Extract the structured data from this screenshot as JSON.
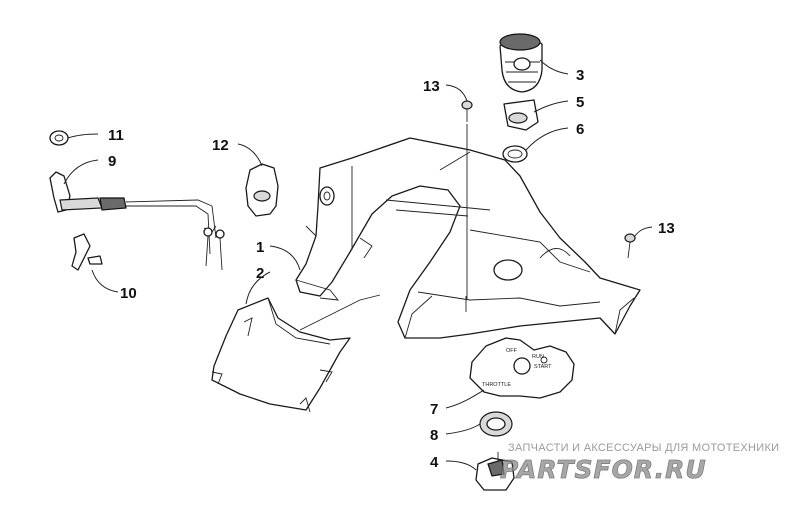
{
  "callouts": {
    "c1": "1",
    "c2": "2",
    "c3": "3",
    "c4": "4",
    "c5": "5",
    "c6": "6",
    "c7": "7",
    "c8": "8",
    "c9": "9",
    "c10": "10",
    "c11": "11",
    "c12": "12",
    "c13a": "13",
    "c13b": "13"
  },
  "panel_labels": {
    "off": "OFF",
    "run": "RUN",
    "start": "START",
    "throttle": "THROTTLE"
  },
  "watermark": {
    "tagline": "ЗАПЧАСТИ И АКСЕССУАРЫ ДЛЯ МОТОТЕХНИКИ",
    "logo": "PARTSFOR.RU",
    "color": "#8a8a8a"
  }
}
